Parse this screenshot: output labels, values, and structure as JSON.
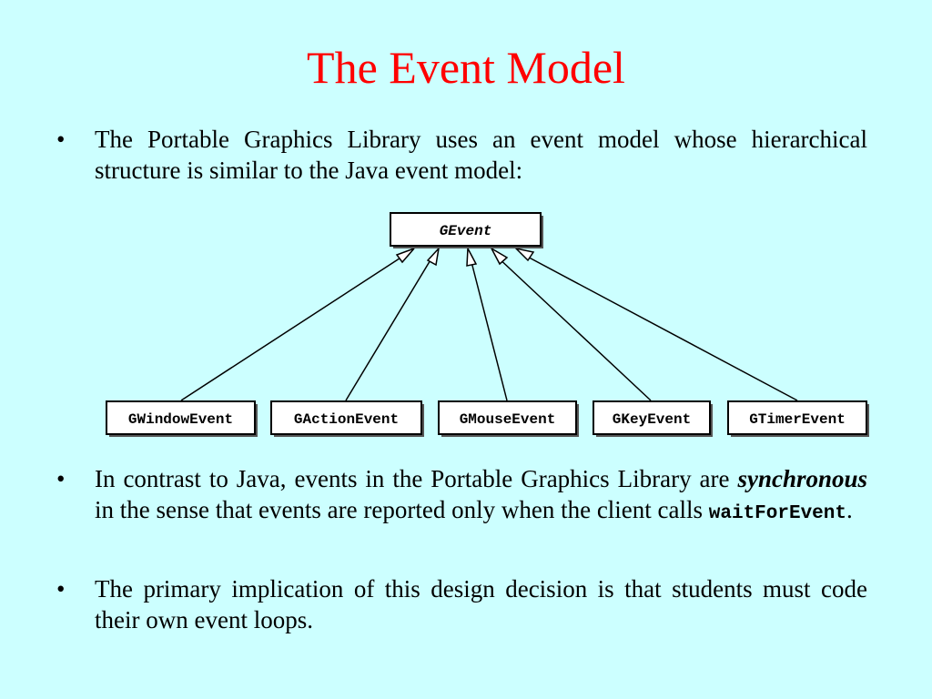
{
  "slide": {
    "title": "The Event Model",
    "bullet1": "The Portable Graphics Library uses an event model whose hierarchical structure is similar to the Java event model:",
    "bullet2_prefix": "In contrast to Java, events in the Portable Graphics Library are",
    "bullet2_emphasis": "synchronous",
    "bullet2_middle": "in the sense that events are reported only when the client calls",
    "bullet2_code": "waitForEvent",
    "bullet2_suffix": ".",
    "bullet3": "The primary implication of this design decision is that students must code their own event loops.",
    "bullet_marker": "•"
  },
  "diagram": {
    "parent": "GEvent",
    "children": [
      "GWindowEvent",
      "GActionEvent",
      "GMouseEvent",
      "GKeyEvent",
      "GTimerEvent"
    ]
  }
}
